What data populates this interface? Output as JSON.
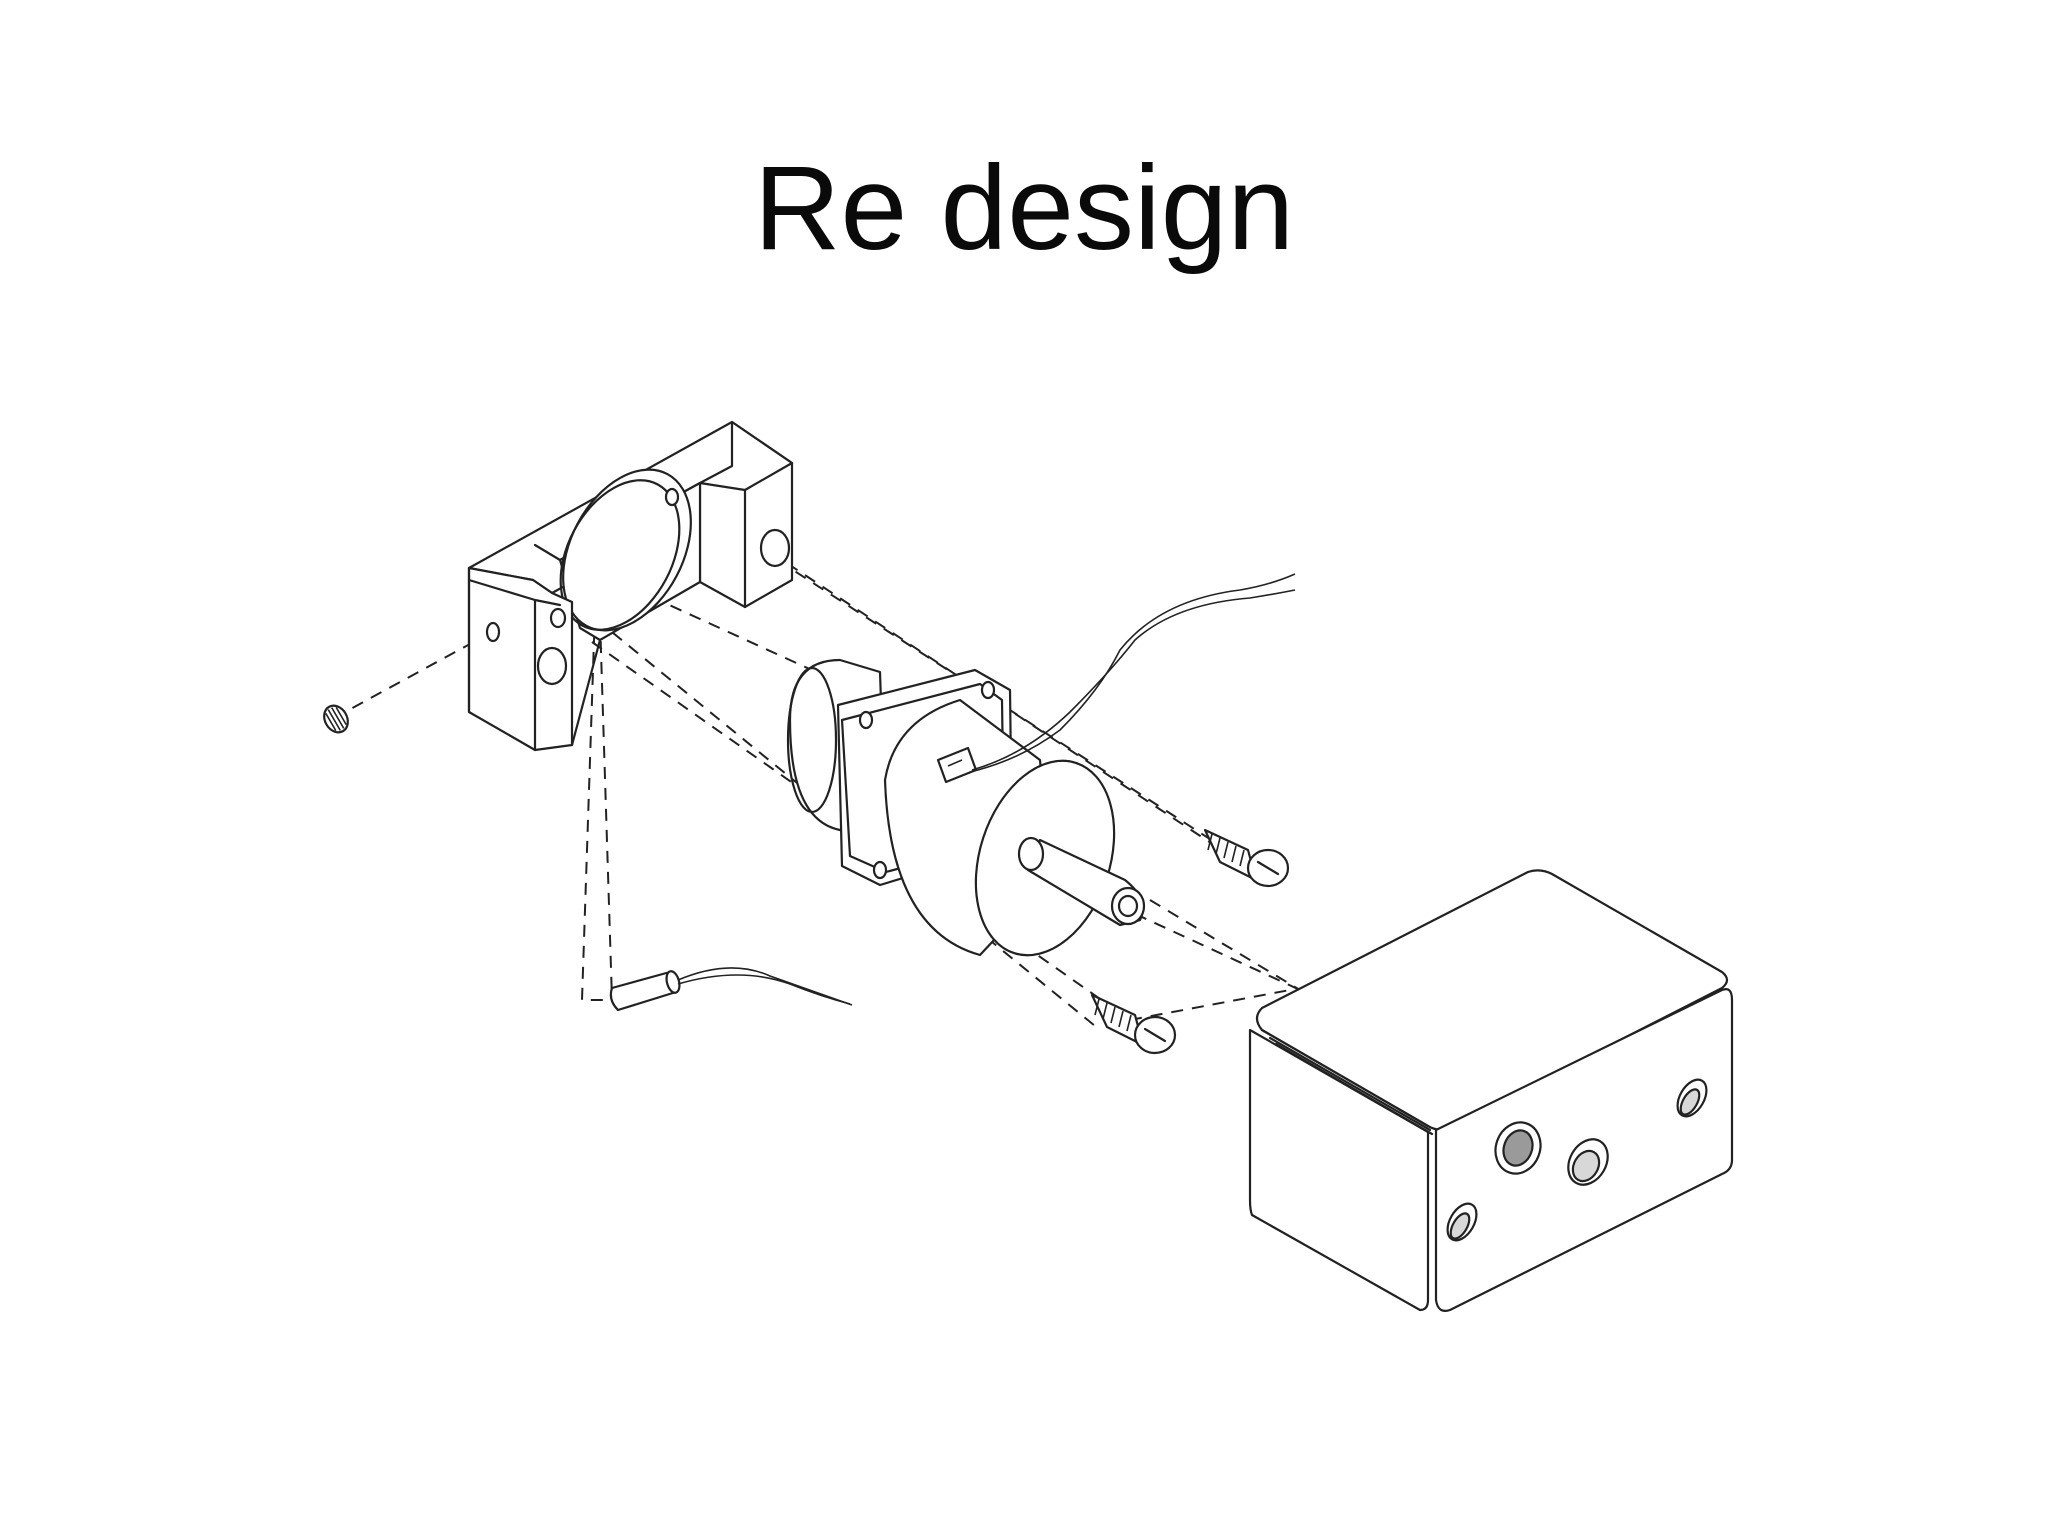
{
  "slide": {
    "title": "Re design"
  },
  "diagram": {
    "type": "exploded-assembly-drawing",
    "line_color": "#222222",
    "background": "#ffffff",
    "parts": [
      "set-screw",
      "bracket",
      "sensor-cartridge",
      "motor",
      "mounting-screw-upper",
      "mounting-screw-lower",
      "housing-block"
    ]
  }
}
